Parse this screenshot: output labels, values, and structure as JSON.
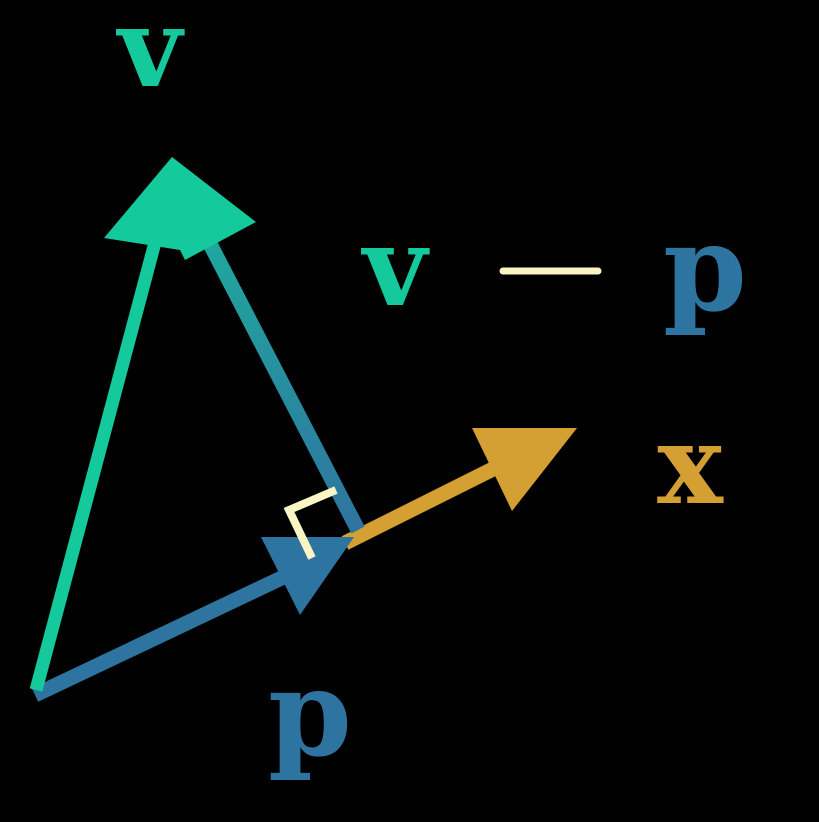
{
  "labels": {
    "v_top": "v",
    "v_expr": "v",
    "minus": "−",
    "p_expr": "p",
    "x": "x",
    "p_bottom": "p"
  },
  "colors": {
    "background": "#000000",
    "v": "#14c99c",
    "p": "#2e74a0",
    "x": "#d4a033",
    "right_angle": "#fbf5c4"
  }
}
